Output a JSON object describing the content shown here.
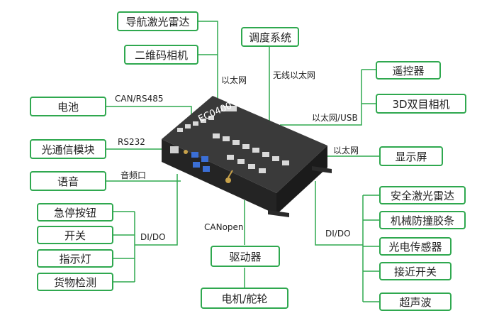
{
  "nodes": {
    "nav_lidar": "导航激光雷达",
    "camera_2d": "二维码相机",
    "dispatch": "调度系统",
    "remote": "遥控器",
    "cam_3d": "3D双目相机",
    "battery": "电池",
    "optical_comm": "光通信模块",
    "voice": "语音",
    "display": "显示屏",
    "estop": "急停按钮",
    "switch": "开关",
    "indicator": "指示灯",
    "cargo_detect": "货物检测",
    "safety_lidar": "安全激光雷达",
    "bumper": "机械防撞胶条",
    "photo_sensor": "光电传感器",
    "proximity": "接近开关",
    "ultrasonic": "超声波",
    "driver": "驱动器",
    "motor": "电机/舵轮"
  },
  "edge_labels": {
    "ethernet_top": "以太网",
    "wireless": "无线以太网",
    "eth_usb": "以太网/USB",
    "can_rs485": "CAN/RS485",
    "rs232": "RS232",
    "audio": "音频口",
    "ethernet_right": "以太网",
    "dido_left": "DI/DO",
    "dido_right": "DI/DO",
    "canopen": "CANopen"
  },
  "device": {
    "model": "EC0400"
  },
  "colors": {
    "line": "#2fa84f",
    "box_border": "#2fa84f",
    "device_body": "#2b2b2b"
  }
}
